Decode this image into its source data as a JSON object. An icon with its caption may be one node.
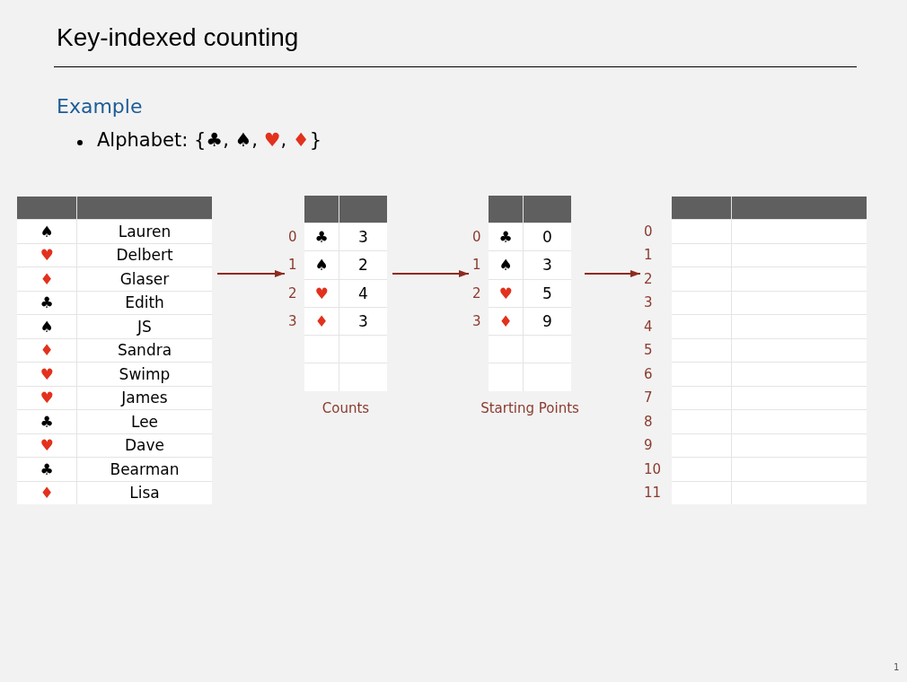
{
  "diagram": {
    "title": "Key-indexed counting",
    "nodes": [
      {
        "text": [
          "♠",
          "Lauren",
          "♥",
          "Delbert",
          "♦",
          "Glaser",
          "♣",
          "Edith",
          "♠",
          "JS",
          "♦",
          "Sandra",
          "♥",
          "Swimp",
          "♥",
          "James",
          "♣",
          "Lee",
          "♥",
          "Dave",
          "♣",
          "Bearman",
          "♦",
          "Lisa"
        ]
      },
      {
        "text": [
          "♣",
          "3",
          "♠",
          "2",
          "♥",
          "4",
          "♦",
          "3"
        ],
        "beside": [
          "0",
          "1",
          "2",
          "3",
          "Counts"
        ]
      },
      {
        "text": [
          "♣",
          "0",
          "♠",
          "3",
          "♥",
          "5",
          "♦",
          "9"
        ],
        "beside": [
          "0",
          "1",
          "2",
          "3",
          "Starting Points"
        ]
      },
      {
        "text": [],
        "shape": "table",
        "beside": [
          "0",
          "1",
          "2",
          "3",
          "4",
          "5",
          "6",
          "7",
          "8",
          "9",
          "10",
          "11"
        ]
      }
    ],
    "edges": [
      {
        "from": 0,
        "to": 1,
        "arrow": "to"
      },
      {
        "from": 1,
        "to": 2,
        "arrow": "to"
      },
      {
        "from": 2,
        "to": 3,
        "arrow": "to"
      }
    ],
    "labels": [
      "Example",
      "Alphabet: {♣, ♠, ♥, ♦}",
      "1"
    ]
  }
}
